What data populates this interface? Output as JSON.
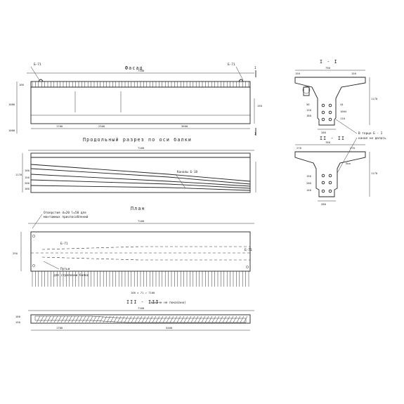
{
  "titles": {
    "facade": "Фасад",
    "longitudinal_section": "Продольный разрез по оси балки",
    "plan": "План",
    "section_1": "I - I",
    "section_2": "II - II",
    "section_3": "III - III",
    "section_3_note": "(конечн не показано)"
  },
  "facade": {
    "mark_left": "Б-71",
    "mark_right": "Б-71",
    "overall_length": "7100",
    "dim_left": "1700",
    "dim_mid": "2300",
    "dim_right": "3600",
    "height_top": "100",
    "height_mid": "1080",
    "height_low": "1000",
    "height_bottom": "150",
    "cut_label": "I"
  },
  "section": {
    "overall_length": "7100",
    "channel_label": "Каналы  Б-18",
    "height": "1170",
    "left_dims": [
      "100",
      "150",
      "200",
      "180",
      "100"
    ]
  },
  "plan": {
    "overall_length": "7100",
    "note_line1": "Отверстия  d=20  l=50 для",
    "note_line2": "монтажных  приспособлений",
    "mark_left": "Б-71",
    "mark_right": "Б-71",
    "putty_label": "Путьи",
    "putty_sub": "для  строповки  балок",
    "rebar_spacing": "100 х 71 = 7100",
    "width_dim": "250"
  },
  "section3": {
    "overall_length": "7100",
    "dim_left": "1700",
    "dim_right": "5400",
    "height_dims": [
      "100",
      "150"
    ]
  },
  "cross1": {
    "top_width": "790",
    "top_left": "150",
    "top_right": "150",
    "web": "140",
    "height": "1170",
    "notes": [
      "50",
      "120",
      "180",
      "100"
    ],
    "bottom_width": "280",
    "bar_labels": [
      "44",
      "1004",
      "110"
    ]
  },
  "cross2": {
    "top_width": "760",
    "top_left": "270",
    "top_right": "270",
    "height": "1170",
    "notes": [
      "150",
      "200",
      "140"
    ],
    "bottom_width": "280",
    "label": "Sbo"
  },
  "callout": {
    "line1": "В торце  Б  -  I",
    "line2": "канал не делать"
  }
}
